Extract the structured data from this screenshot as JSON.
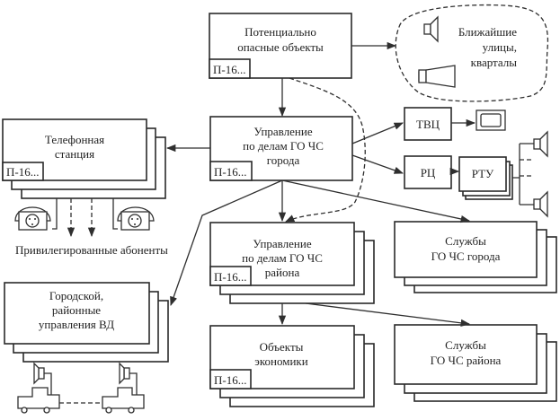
{
  "title": "Схема оповещения ГО ЧС города",
  "tag_label": "П-16...",
  "nodes": {
    "hazard_objects": {
      "lines": [
        "Потенциально",
        "опасные объекты"
      ],
      "has_tag": true
    },
    "nearby_streets": {
      "lines": [
        "Ближайшие",
        "улицы,",
        "кварталы"
      ]
    },
    "phone_station": {
      "lines": [
        "Телефонная",
        "станция"
      ],
      "has_tag": true
    },
    "city_gochs": {
      "lines": [
        "Управление",
        "по делам ГО ЧС",
        "города"
      ],
      "has_tag": true
    },
    "tvc": {
      "lines": [
        "ТВЦ"
      ]
    },
    "rc": {
      "lines": [
        "РЦ"
      ]
    },
    "rtu": {
      "lines": [
        "РТУ"
      ]
    },
    "privileged": {
      "lines": [
        "Привилегированные абоненты"
      ]
    },
    "district_gochs": {
      "lines": [
        "Управление",
        "по делам ГО ЧС",
        "района"
      ],
      "has_tag": true
    },
    "city_services": {
      "lines": [
        "Службы",
        "ГО ЧС города"
      ]
    },
    "police": {
      "lines": [
        "Городской,",
        "районные",
        "управления ВД"
      ]
    },
    "economy_objects": {
      "lines": [
        "Объекты",
        "экономики"
      ],
      "has_tag": true
    },
    "district_services": {
      "lines": [
        "Службы",
        "ГО ЧС района"
      ]
    }
  },
  "icons": [
    "loudspeaker-icon",
    "siren-icon",
    "tv-icon",
    "telephone-icon",
    "loudspeaker-car-icon"
  ]
}
